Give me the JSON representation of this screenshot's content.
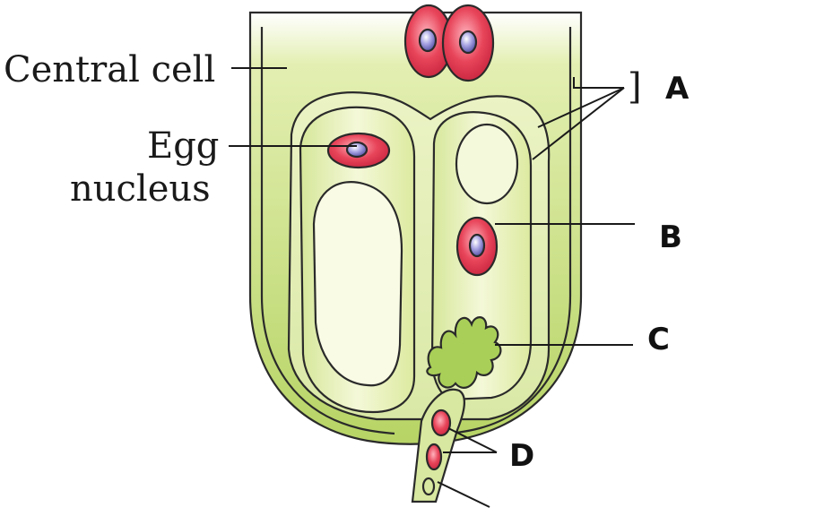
{
  "labels": {
    "central_cell": "Central cell",
    "egg_nucleus_line1": "Egg",
    "egg_nucleus_line2": "nucleus",
    "a": "A",
    "a_bracket": "]",
    "b": "B",
    "c": "C",
    "d": "D"
  },
  "colors": {
    "tissue_green": "#b9d86a",
    "cell_light": "#eef4c8",
    "cell_pale": "#f7f9e2",
    "nucleus_red": "#e8455a",
    "nucleolus_blue": "#7b76c4"
  }
}
